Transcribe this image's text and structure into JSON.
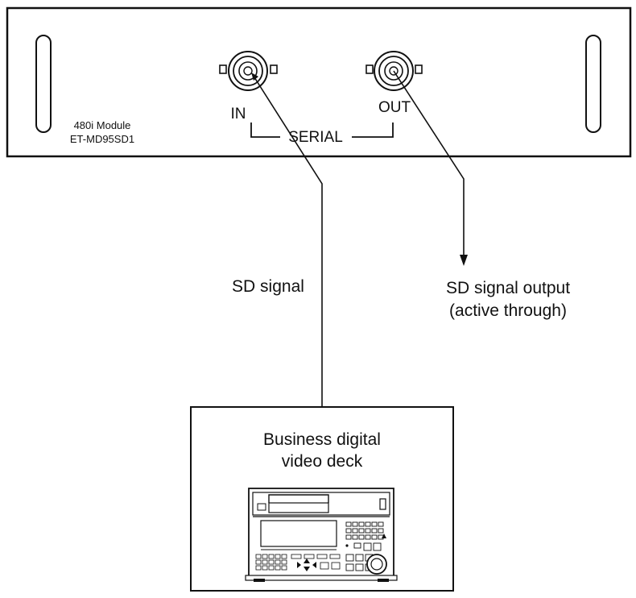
{
  "module": {
    "name_line1": "480i Module",
    "name_line2": "ET-MD95SD1"
  },
  "connectors": {
    "in_label": "IN",
    "out_label": "OUT",
    "group_label": "SERIAL"
  },
  "signals": {
    "input_label": "SD signal",
    "output_label_line1": "SD signal output",
    "output_label_line2": "(active through)"
  },
  "device": {
    "title_line1": "Business digital",
    "title_line2": "video deck"
  }
}
